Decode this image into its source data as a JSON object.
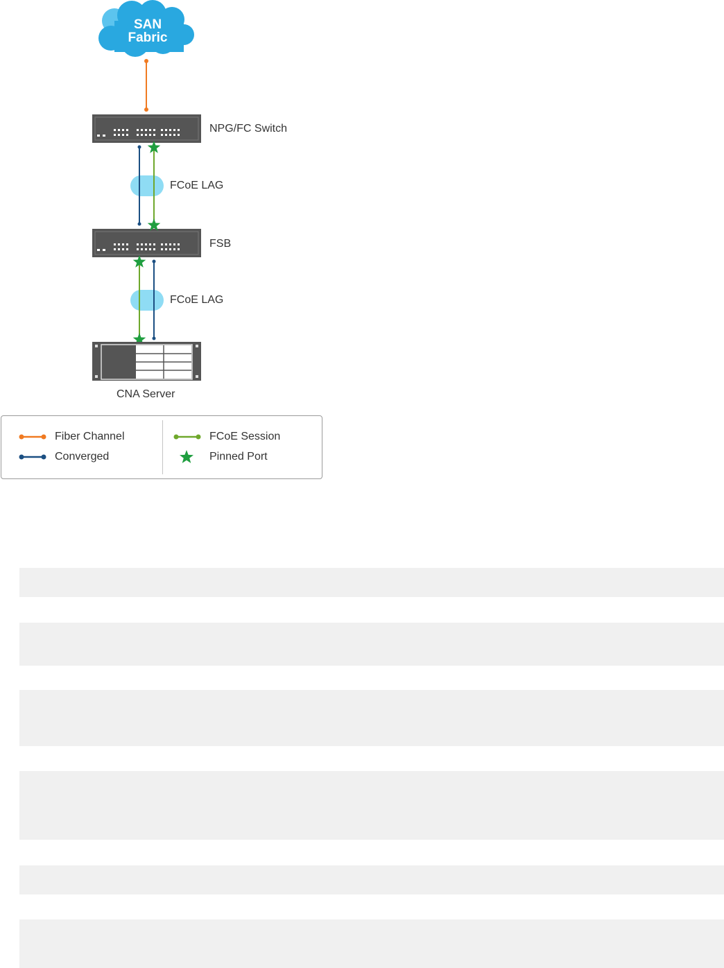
{
  "cloud": {
    "line1": "SAN",
    "line2": "Fabric",
    "color": "#29a8e0"
  },
  "devices": {
    "npg_switch": "NPG/FC Switch",
    "fsb": "FSB",
    "server": "CNA Server"
  },
  "lag_labels": [
    "FCoE LAG",
    "FCoE LAG"
  ],
  "legend": {
    "fiber_channel": "Fiber Channel",
    "converged": "Converged",
    "fcoe_session": "FCoE Session",
    "pinned_port": "Pinned Port"
  },
  "colors": {
    "fiber_channel": "#f07a21",
    "converged": "#1b4f82",
    "fcoe_session": "#6fa82c",
    "pinned_port": "#1f9e3f",
    "lag_bubble": "#8fdcf4",
    "switch_body": "#555555"
  },
  "icons": {
    "cloud": "cloud-icon",
    "switch": "switch-icon",
    "server": "server-icon",
    "pinned_port": "star-icon"
  }
}
